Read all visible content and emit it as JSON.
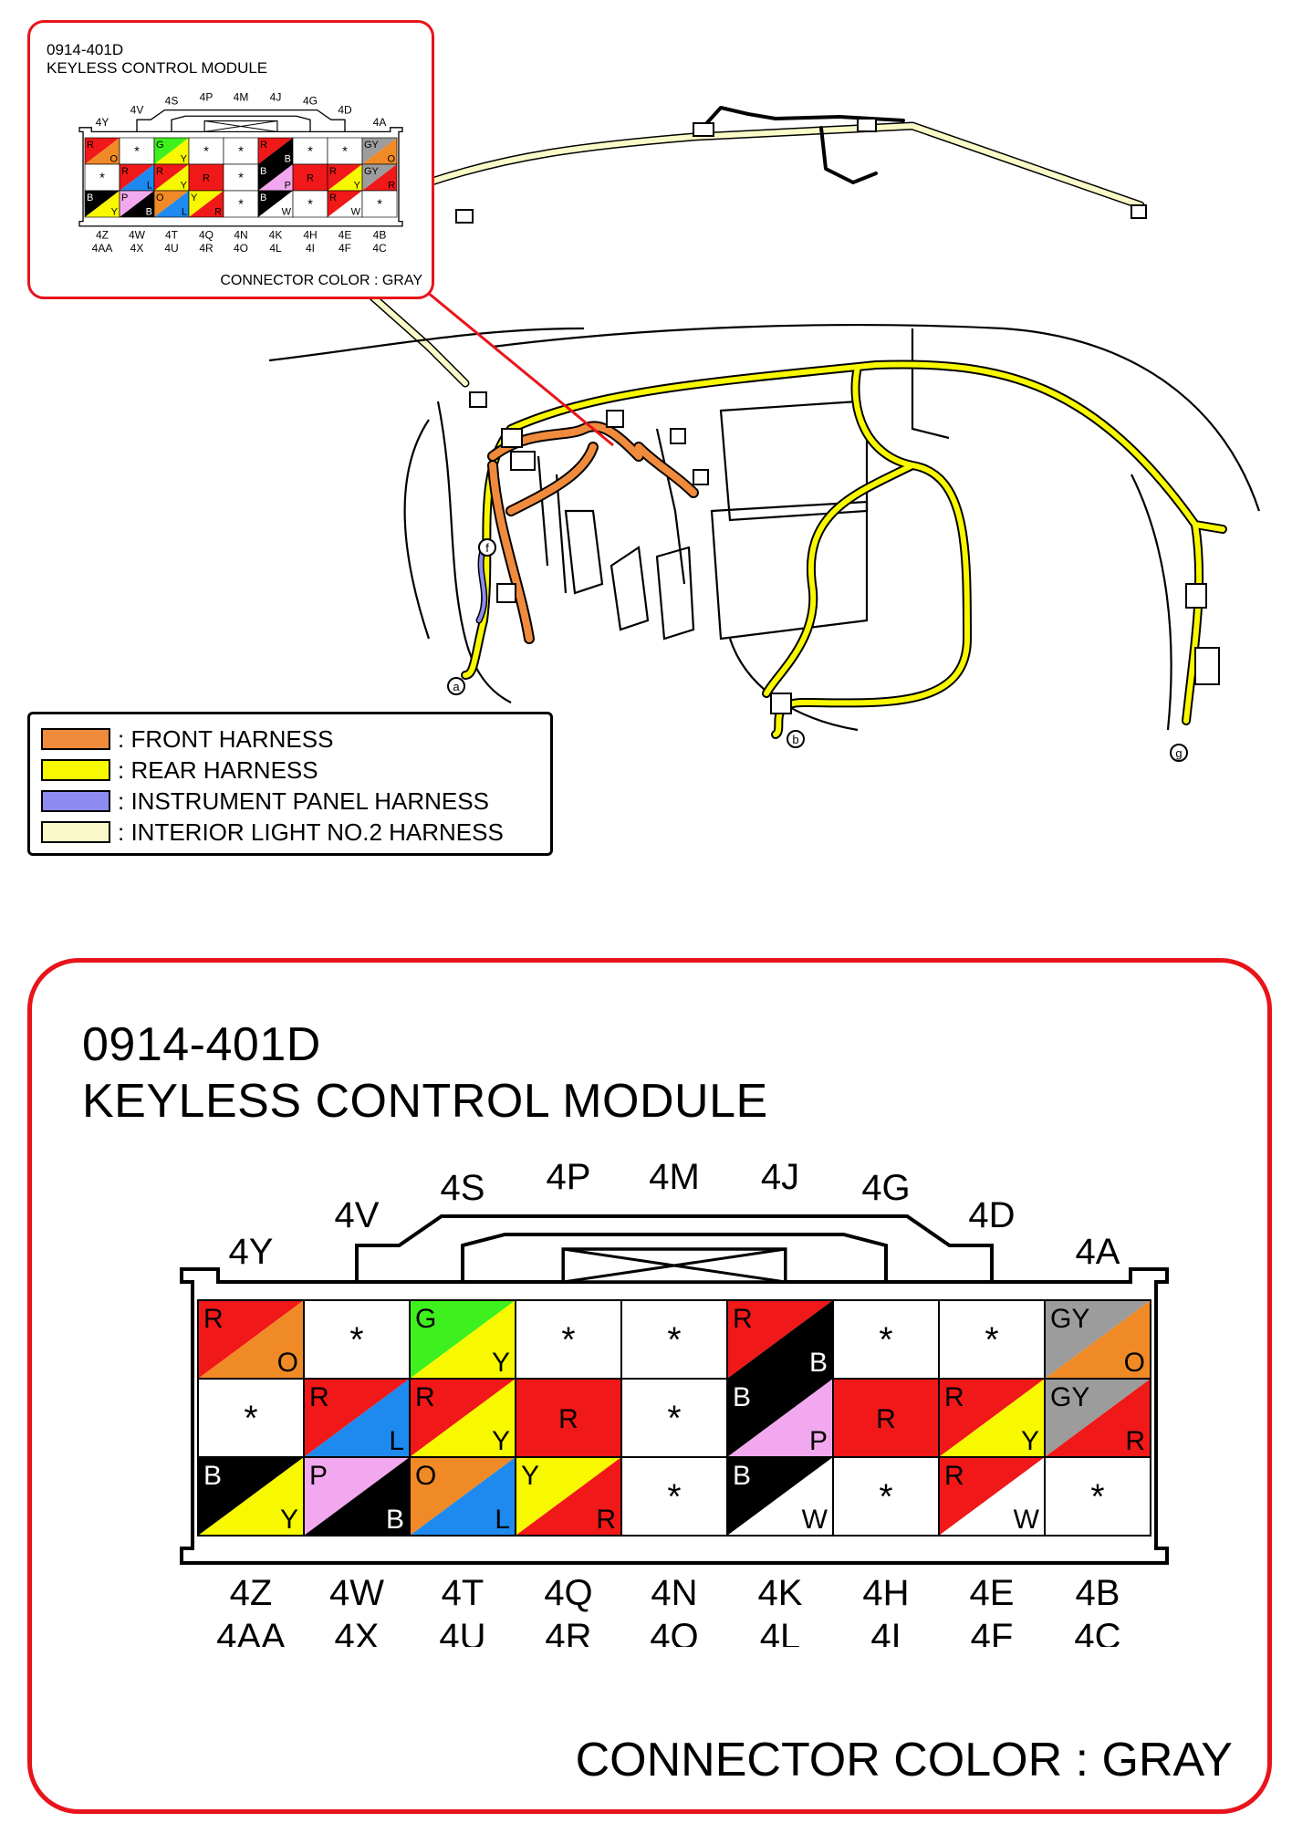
{
  "connector": {
    "code": "0914-401D",
    "name": "KEYLESS CONTROL MODULE",
    "connector_color_text": "CONNECTOR COLOR : GRAY",
    "top_labels": [
      "4Y",
      "4V",
      "4S",
      "4P",
      "4M",
      "4J",
      "4G",
      "4D",
      "4A"
    ],
    "bottom_labels_row1": [
      "4Z",
      "4W",
      "4T",
      "4Q",
      "4N",
      "4K",
      "4H",
      "4E",
      "4B"
    ],
    "bottom_labels_row2": [
      "4AA",
      "4X",
      "4U",
      "4R",
      "4O",
      "4L",
      "4I",
      "4F",
      "4C"
    ],
    "pins": [
      [
        {
          "c1": "R",
          "c2": "O"
        },
        {
          "empty": true
        },
        {
          "c1": "G",
          "c2": "Y"
        },
        {
          "empty": true
        },
        {
          "empty": true
        },
        {
          "c1": "R",
          "c2": "B"
        },
        {
          "empty": true
        },
        {
          "empty": true
        },
        {
          "c1": "GY",
          "c2": "O"
        }
      ],
      [
        {
          "empty": true
        },
        {
          "c1": "R",
          "c2": "L"
        },
        {
          "c1": "R",
          "c2": "Y"
        },
        {
          "solid": "R"
        },
        {
          "empty": true
        },
        {
          "c1": "B",
          "c2": "P"
        },
        {
          "solid": "R"
        },
        {
          "c1": "R",
          "c2": "Y"
        },
        {
          "c1": "GY",
          "c2": "R"
        }
      ],
      [
        {
          "c1": "B",
          "c2": "Y"
        },
        {
          "c1": "P",
          "c2": "B"
        },
        {
          "c1": "O",
          "c2": "L"
        },
        {
          "c1": "Y",
          "c2": "R"
        },
        {
          "empty": true
        },
        {
          "c1": "B",
          "c2": "W"
        },
        {
          "empty": true
        },
        {
          "c1": "R",
          "c2": "W"
        },
        {
          "empty": true
        }
      ]
    ],
    "empty_mark": "*"
  },
  "wire_colors": {
    "R": "#f01818",
    "O": "#f08a26",
    "G": "#3ef01e",
    "Y": "#f8f800",
    "B": "#000000",
    "GY": "#9c9c9c",
    "L": "#1e8af0",
    "P": "#f2a8ee",
    "W": "#ffffff"
  },
  "legend": {
    "items": [
      {
        "label": ": FRONT HARNESS",
        "color": "#f08a3c"
      },
      {
        "label": ": REAR HARNESS",
        "color": "#f8f800"
      },
      {
        "label": ": INSTRUMENT PANEL HARNESS",
        "color": "#8c8cf0"
      },
      {
        "label": ": INTERIOR LIGHT NO.2 HARNESS",
        "color": "#fafac8"
      }
    ]
  },
  "points": {
    "a": "a",
    "b": "b",
    "f": "f",
    "g": "g"
  }
}
